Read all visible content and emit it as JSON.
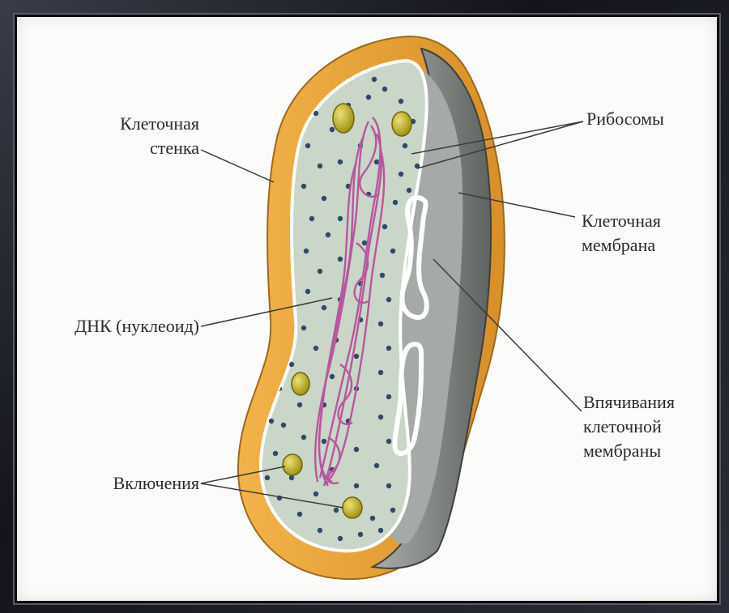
{
  "labels": {
    "cell_wall": [
      "Клеточная",
      "стенка"
    ],
    "ribosomes": "Рибосомы",
    "cell_membrane": [
      "Клеточная",
      "мембрана"
    ],
    "dna": "ДНК (нуклеоид)",
    "invaginations": [
      "Впячивания",
      "клеточной",
      "мембраны"
    ],
    "inclusions": "Включения"
  },
  "colors": {
    "cell_wall": "#e8a33a",
    "cytoplasm": "#c7d3c6",
    "membrane_outline": "#ffffff",
    "cut_face": "#8e918e",
    "dna": "#b8569e",
    "ribosome": "#2f4a68",
    "inclusion": "#c7b621",
    "leader_line": "#3a3a3a"
  },
  "icons": {
    "cell": "bacterial-cell-illustration"
  }
}
